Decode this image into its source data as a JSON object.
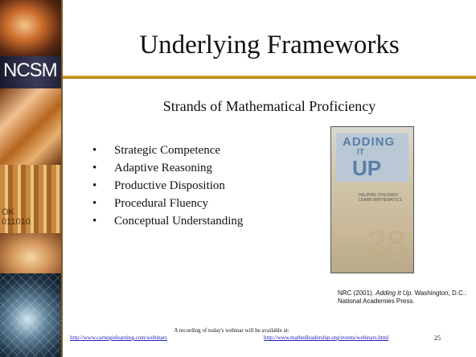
{
  "sidebar": {
    "logo_text": "NCSM",
    "tile_text": "OK\n011010"
  },
  "slide": {
    "title": "Underlying Frameworks",
    "subtitle": "Strands of Mathematical Proficiency",
    "bullets": [
      "Strategic Competence",
      "Adaptive Reasoning",
      "Productive Disposition",
      "Procedural Fluency",
      "Conceptual Understanding"
    ],
    "bullet_glyph": "•",
    "book_cover": {
      "line1": "ADDING",
      "line2": "IT",
      "line3": "UP",
      "subtitle": "HELPING CHILDREN LEARN MATHEMATICS",
      "number": "28"
    },
    "citation": {
      "before": "NRC (2001). ",
      "italic": "Adding It Up",
      "after": ". Washington, D.C.: National Academies Press."
    },
    "footer": {
      "recording_note": "A recording of today's webinar will be available at:",
      "link1": "http://www.carnegielearning.com/webinars",
      "link2": "http://www.mathedleadership.org/events/webinars.html",
      "page_number": "25"
    }
  },
  "colors": {
    "rule": "#c99a22",
    "link": "#2020c0"
  }
}
